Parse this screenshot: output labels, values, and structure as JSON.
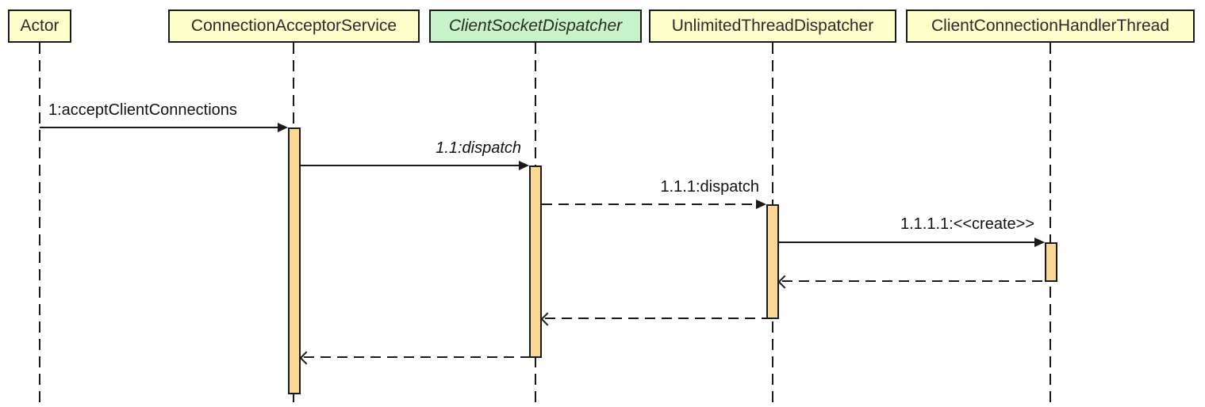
{
  "diagram_type": "UML sequence diagram",
  "colors": {
    "background": "#FFFFFF",
    "participant_fill": "#FFFFCC",
    "interface_fill": "#C8F2C8",
    "activation_fill": "#FAD794",
    "line": "#1A1A1A",
    "text": "#111111"
  },
  "participants": [
    {
      "name": "Actor",
      "kind": "object"
    },
    {
      "name": "ConnectionAcceptorService",
      "kind": "object"
    },
    {
      "name": "ClientSocketDispatcher",
      "kind": "interface"
    },
    {
      "name": "UnlimitedThreadDispatcher",
      "kind": "object"
    },
    {
      "name": "ClientConnectionHandlerThread",
      "kind": "object"
    }
  ],
  "messages": [
    {
      "label": "1:acceptClientConnections",
      "from": "Actor",
      "to": "ConnectionAcceptorService",
      "line": "solid",
      "arrowhead": "filled",
      "italic": false
    },
    {
      "label": "1.1:dispatch",
      "from": "ConnectionAcceptorService",
      "to": "ClientSocketDispatcher",
      "line": "solid",
      "arrowhead": "filled",
      "italic": true
    },
    {
      "label": "1.1.1:dispatch",
      "from": "ClientSocketDispatcher",
      "to": "UnlimitedThreadDispatcher",
      "line": "dashed",
      "arrowhead": "filled",
      "italic": false
    },
    {
      "label": "1.1.1.1:<<create>>",
      "from": "UnlimitedThreadDispatcher",
      "to": "ClientConnectionHandlerThread",
      "line": "solid",
      "arrowhead": "filled",
      "italic": false
    }
  ],
  "returns": [
    {
      "from": "ClientConnectionHandlerThread",
      "to": "UnlimitedThreadDispatcher",
      "line": "dashed",
      "arrowhead": "open",
      "label": ""
    },
    {
      "from": "UnlimitedThreadDispatcher",
      "to": "ClientSocketDispatcher",
      "line": "dashed",
      "arrowhead": "open",
      "label": ""
    },
    {
      "from": "ClientSocketDispatcher",
      "to": "ConnectionAcceptorService",
      "line": "dashed",
      "arrowhead": "open",
      "label": ""
    }
  ]
}
